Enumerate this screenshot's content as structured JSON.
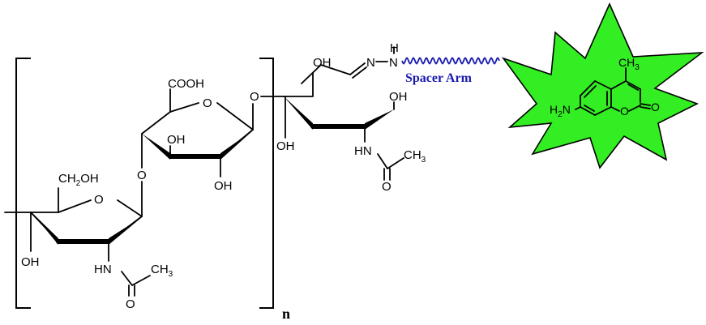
{
  "labels": {
    "cooh": "COOH",
    "ch2oh_prefix": "CH",
    "ch2oh_sub": "2",
    "ch2oh_suffix": "OH",
    "oh": "OH",
    "o": "O",
    "hn": "HN",
    "ch3_prefix": "CH",
    "ch3_sub": "3",
    "n": "N",
    "h": "H",
    "h2n_prefix": "H",
    "h2n_sub": "2",
    "h2n_suffix": "N"
  },
  "spacer_arm": "Spacer Arm",
  "repeat_index": "n",
  "colors": {
    "star_fill": "#33ee22",
    "spacer_text": "#1a1ab0",
    "wavy_line": "#1a1ab0"
  }
}
